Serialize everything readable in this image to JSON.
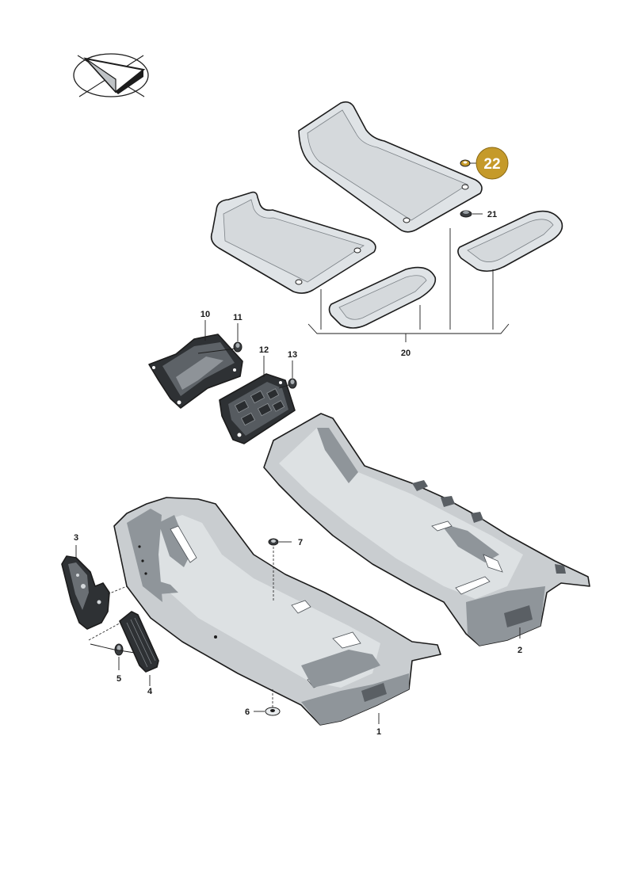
{
  "callouts": [
    {
      "id": "1",
      "label": "1"
    },
    {
      "id": "2",
      "label": "2"
    },
    {
      "id": "3",
      "label": "3"
    },
    {
      "id": "4",
      "label": "4"
    },
    {
      "id": "5",
      "label": "5"
    },
    {
      "id": "6",
      "label": "6"
    },
    {
      "id": "7",
      "label": "7"
    },
    {
      "id": "10",
      "label": "10"
    },
    {
      "id": "11",
      "label": "11"
    },
    {
      "id": "12",
      "label": "12"
    },
    {
      "id": "13",
      "label": "13"
    },
    {
      "id": "20",
      "label": "20"
    },
    {
      "id": "21",
      "label": "21"
    },
    {
      "id": "22",
      "label": "22"
    }
  ],
  "highlight": {
    "label": "22",
    "color": "#c59a2a"
  },
  "colors": {
    "line": "#1c1c1c",
    "mat": "#dfe3e6",
    "carpet": "#c9cdd0"
  },
  "icons": [
    "direction-arrow-icon"
  ]
}
